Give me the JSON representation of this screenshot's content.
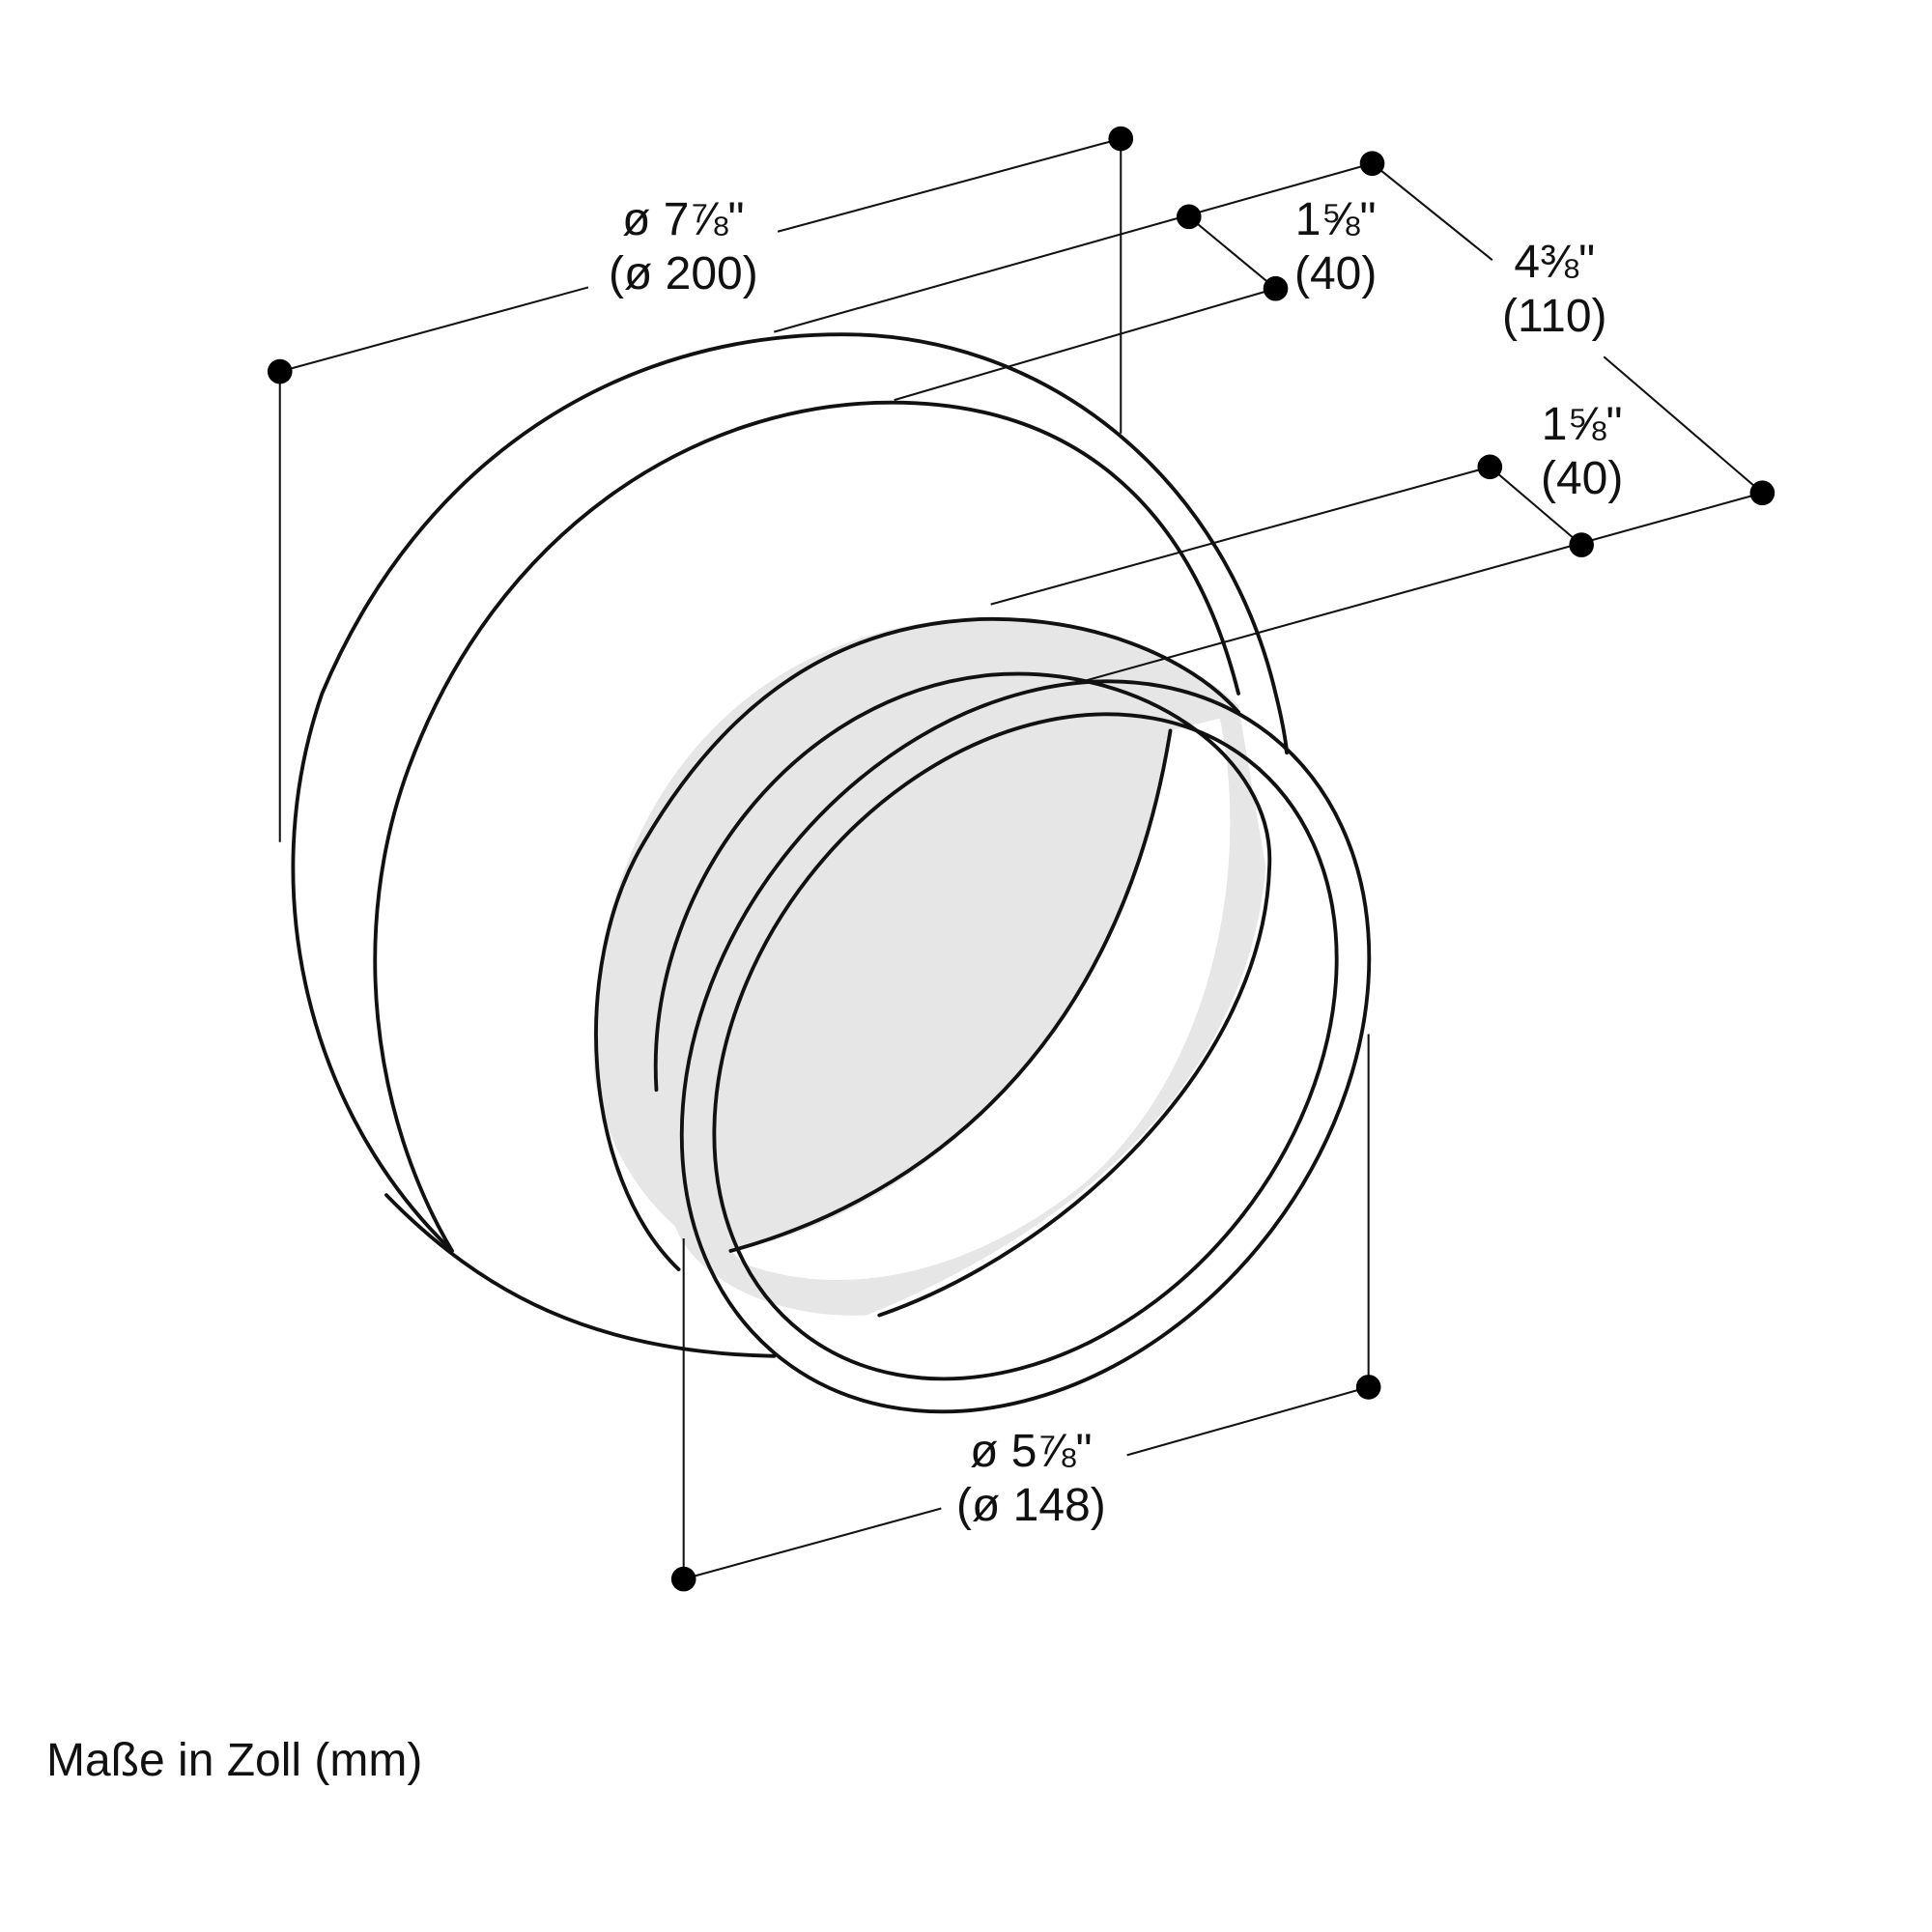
{
  "dimensions": {
    "outer_diameter": {
      "inch": "ø 7⅞\"",
      "mm": "(ø 200)"
    },
    "collar_depth_top": {
      "inch": "1⅝\"",
      "mm": "(40)"
    },
    "total_depth": {
      "inch": "4⅜\"",
      "mm": "(110)"
    },
    "spigot_depth": {
      "inch": "1⅝\"",
      "mm": "(40)"
    },
    "inner_diameter": {
      "inch": "ø 5⅞\"",
      "mm": "(ø 148)"
    }
  },
  "footnote": "Maße in Zoll (mm)",
  "colors": {
    "line": "#111111",
    "shade": "#e6e6e6"
  }
}
